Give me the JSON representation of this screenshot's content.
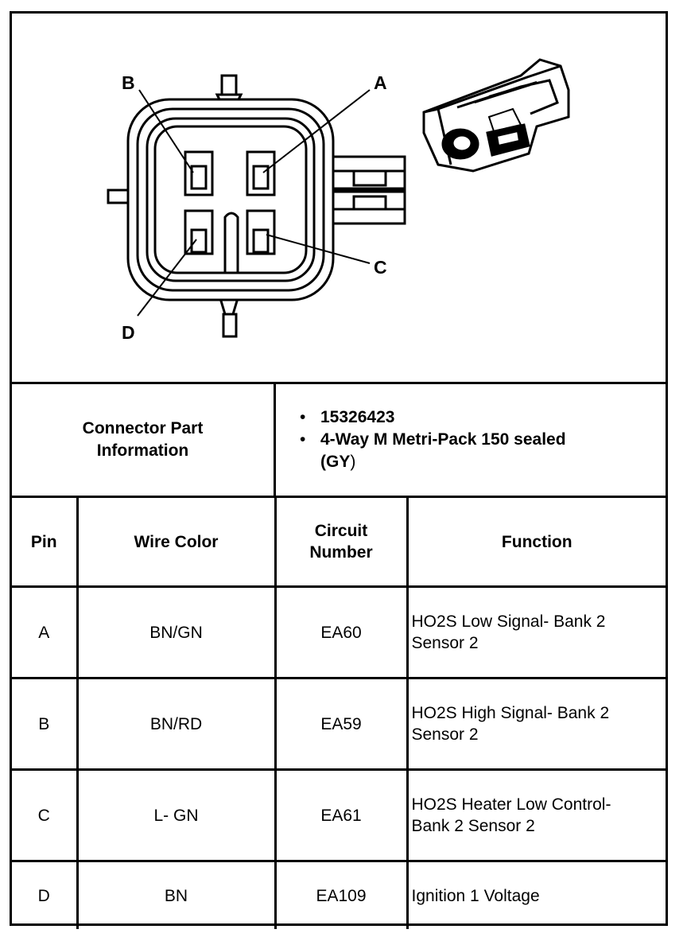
{
  "diagram": {
    "pin_labels": {
      "A": "A",
      "B": "B",
      "C": "C",
      "D": "D"
    }
  },
  "connector_info": {
    "label_line1": "Connector Part",
    "label_line2": "Information",
    "part_number": "15326423",
    "description_bold": "4-Way M Metri-Pack 150 sealed",
    "description_color": "(GY",
    "description_close": ")"
  },
  "table": {
    "headers": {
      "pin": "Pin",
      "wire_color": "Wire Color",
      "circuit_line1": "Circuit",
      "circuit_line2": "Number",
      "function": "Function"
    },
    "rows": [
      {
        "pin": "A",
        "wire_color": "BN/GN",
        "circuit": "EA60",
        "function_line1": "HO2S Low Signal- Bank 2",
        "function_line2": "Sensor 2"
      },
      {
        "pin": "B",
        "wire_color": "BN/RD",
        "circuit": "EA59",
        "function_line1": "HO2S High Signal- Bank 2",
        "function_line2": "Sensor 2"
      },
      {
        "pin": "C",
        "wire_color": "L- GN",
        "circuit": "EA61",
        "function_line1": "HO2S Heater Low Control-",
        "function_line2": "Bank 2 Sensor 2"
      },
      {
        "pin": "D",
        "wire_color": "BN",
        "circuit": "EA109",
        "function_line1": "Ignition 1 Voltage",
        "function_line2": ""
      }
    ]
  }
}
